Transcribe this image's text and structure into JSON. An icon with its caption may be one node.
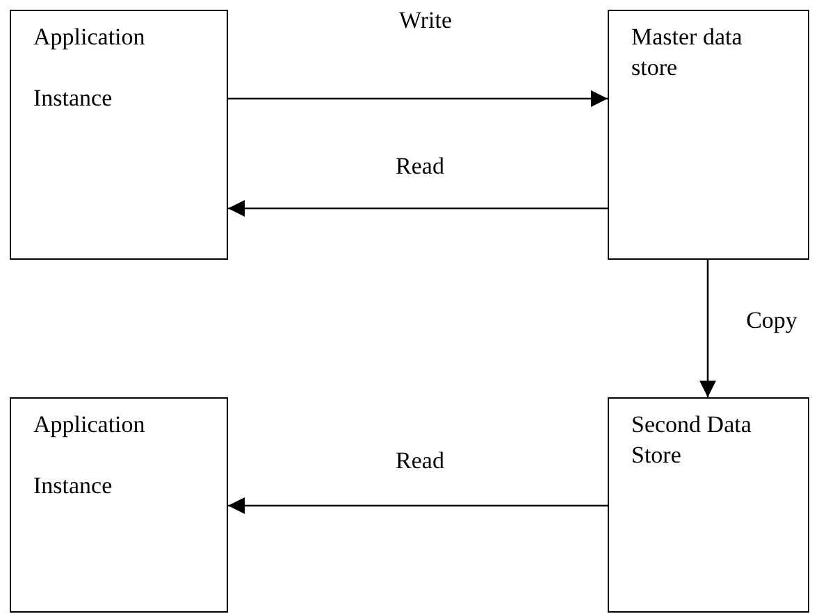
{
  "diagram": {
    "nodes": [
      {
        "text": [
          "Application",
          "Instance"
        ]
      },
      {
        "text": [
          "Master data store"
        ]
      },
      {
        "text": [
          "Application",
          "Instance"
        ]
      },
      {
        "text": [
          "Second Data Store"
        ]
      }
    ],
    "edges": [
      {
        "from": 0,
        "to": 1,
        "arrow": "to",
        "label": "Write"
      },
      {
        "from": 1,
        "to": 0,
        "arrow": "to",
        "label": "Read"
      },
      {
        "from": 1,
        "to": 3,
        "arrow": "to",
        "label": "Copy"
      },
      {
        "from": 3,
        "to": 2,
        "arrow": "to",
        "label": "Read"
      }
    ]
  }
}
